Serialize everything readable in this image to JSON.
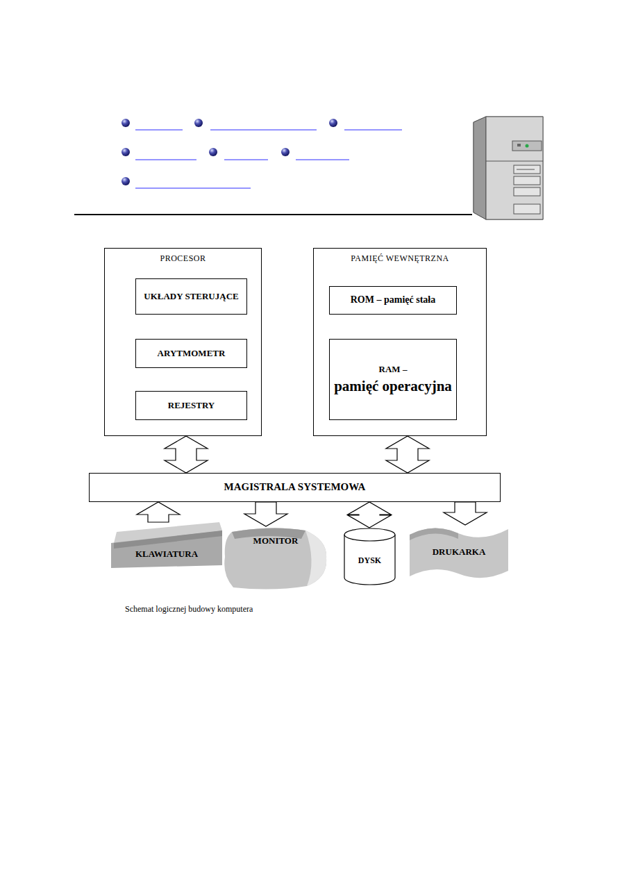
{
  "diagram": {
    "caption": "Schemat logicznej budowy komputera",
    "nodes": [
      {
        "text": [
          "PROCESOR"
        ]
      },
      {
        "text": [
          "UKŁADY STERUJĄCE"
        ],
        "in": 0
      },
      {
        "text": [
          "ARYTMOMETR"
        ],
        "in": 0
      },
      {
        "text": [
          "REJESTRY"
        ],
        "in": 0
      },
      {
        "text": [
          "PAMIĘĆ WEWNĘTRZNA"
        ]
      },
      {
        "text": [
          "ROM – pamięć stała"
        ],
        "in": 4
      },
      {
        "text": [
          "RAM –",
          "pamięć operacyjna"
        ],
        "in": 4
      },
      {
        "text": [
          "MAGISTRALA SYSTEMOWA"
        ]
      },
      {
        "text": [
          "KLAWIATURA"
        ]
      },
      {
        "text": [
          "MONITOR"
        ]
      },
      {
        "text": [
          "DYSK"
        ]
      },
      {
        "text": [
          "DRUKARKA"
        ]
      }
    ],
    "edges": [
      {
        "from": 0,
        "to": 7,
        "arrow": "both"
      },
      {
        "from": 4,
        "to": 7,
        "arrow": "both"
      },
      {
        "from": 8,
        "to": 7,
        "arrow": "to"
      },
      {
        "from": 7,
        "to": 9,
        "arrow": "to"
      },
      {
        "from": 10,
        "to": 7,
        "arrow": "both"
      },
      {
        "from": 7,
        "to": 11,
        "arrow": "to"
      }
    ]
  }
}
